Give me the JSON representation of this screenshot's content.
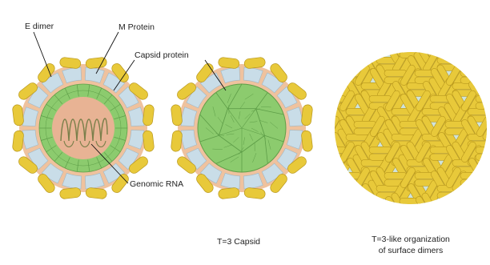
{
  "labels": {
    "e_dimer": "E dimer",
    "m_protein": "M Protein",
    "capsid_protein": "Capsid protein",
    "genomic_rna": "Genomic RNA"
  },
  "captions": {
    "middle": "T=3 Capsid",
    "right_line1": "T=3-like organization",
    "right_line2": "of surface dimers"
  },
  "colors": {
    "e_dimer_yellow": "#E8C93A",
    "e_dimer_outline": "#B8971C",
    "membrane_peach": "#EFC29E",
    "m_protein_blue": "#C9DDE8",
    "capsid_green": "#8CCB6E",
    "capsid_dark_green": "#5E9E48",
    "core_salmon": "#E8B394",
    "rna_line": "#7A7F4A",
    "surface_gap": "#CFE3DA"
  }
}
